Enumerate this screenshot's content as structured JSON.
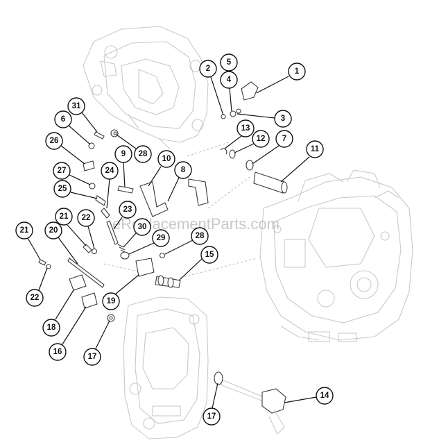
{
  "watermark": "eReplacementParts.com",
  "callouts": [
    "1",
    "2",
    "3",
    "4",
    "5",
    "6",
    "7",
    "8",
    "9",
    "10",
    "11",
    "12",
    "13",
    "14",
    "15",
    "16",
    "17",
    "17",
    "18",
    "19",
    "20",
    "21",
    "21",
    "22",
    "22",
    "23",
    "24",
    "25",
    "26",
    "27",
    "28",
    "28",
    "29",
    "30",
    "31"
  ],
  "colors": {
    "ink": "#111111",
    "ghost": "#c9c9c9"
  }
}
